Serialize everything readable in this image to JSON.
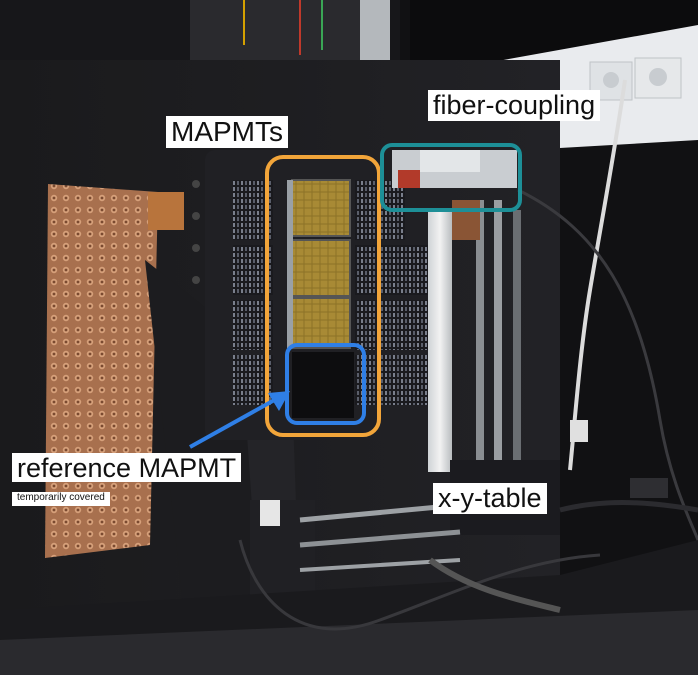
{
  "labels": {
    "mapmts": "MAPMTs",
    "fiber_coupling": "fiber-coupling",
    "reference_mapmt": "reference MAPMT",
    "reference_note": "temporarily covered",
    "xy_table": "x-y-table"
  },
  "colors": {
    "mapmt_box": "#f2a53a",
    "reference_box": "#2f7fe6",
    "fiber_box": "#1d8f97",
    "arrow": "#2f7fe6",
    "copper_mesh": "#b77a55"
  }
}
